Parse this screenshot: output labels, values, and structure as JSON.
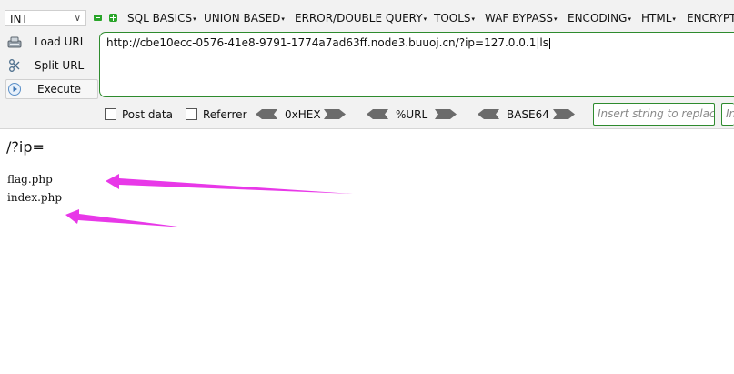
{
  "toolbar": {
    "select_value": "INT",
    "menus": [
      {
        "label": "SQL BASICS"
      },
      {
        "label": "UNION BASED"
      },
      {
        "label": "ERROR/DOUBLE QUERY"
      },
      {
        "label": "TOOLS"
      },
      {
        "label": "WAF BYPASS"
      },
      {
        "label": "ENCODING"
      },
      {
        "label": "HTML"
      },
      {
        "label": "ENCRYPT"
      }
    ],
    "load_url_label": "Load URL",
    "split_url_label": "Split URL",
    "execute_label": "Execute",
    "url_value": "http://cbe10ecc-0576-41e8-9791-1774a7ad63ff.node3.buuoj.cn/?ip=127.0.0.1|ls",
    "post_data_label": "Post data",
    "referrer_label": "Referrer",
    "encoders": [
      {
        "label": "0xHEX"
      },
      {
        "label": "%URL"
      },
      {
        "label": "BASE64"
      }
    ],
    "replace_placeholder": "Insert string to replace",
    "replace_placeholder_2": "In"
  },
  "page": {
    "path": "/?ip=",
    "files": [
      "flag.php",
      "index.php"
    ]
  },
  "colors": {
    "annotation_arrow": "#e838e8",
    "field_border": "#2e8b2e",
    "toolbar_bg": "#f2f2f2"
  }
}
